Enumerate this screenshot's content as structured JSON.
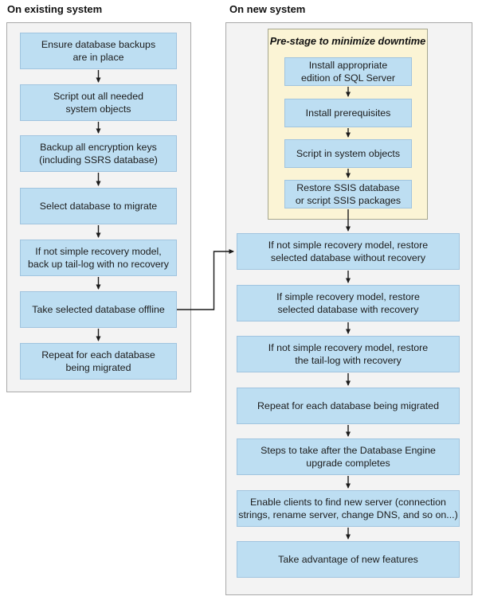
{
  "colors": {
    "box_blue": "#bddef2",
    "panel_gray": "#f3f3f3",
    "panel_border": "#a9a9a9",
    "prestage_yellow": "#fbf4d5",
    "arrow_black": "#1a1a1a"
  },
  "existing": {
    "heading": "On existing system",
    "steps": [
      "Ensure database backups\nare in place",
      "Script out all needed\nsystem objects",
      "Backup all encryption keys\n(including SSRS database)",
      "Select database to migrate",
      "If not simple recovery model,\nback up tail-log with no recovery",
      "Take selected database offline",
      "Repeat for each database\nbeing migrated"
    ]
  },
  "new": {
    "heading": "On new system",
    "prestage": {
      "title": "Pre-stage to minimize downtime",
      "steps": [
        "Install appropriate\nedition of SQL Server",
        "Install prerequisites",
        "Script in system objects",
        "Restore SSIS database\nor script SSIS packages"
      ]
    },
    "steps": [
      "If not simple recovery model, restore\nselected database without recovery",
      "If simple recovery model, restore\nselected database with recovery",
      "If not simple recovery model, restore\nthe tail-log with recovery",
      "Repeat for each database being migrated",
      "Steps to take after the Database Engine\nupgrade completes",
      "Enable clients to find new server (connection\nstrings, rename server, change DNS, and so on...)",
      "Take advantage of new features"
    ]
  }
}
